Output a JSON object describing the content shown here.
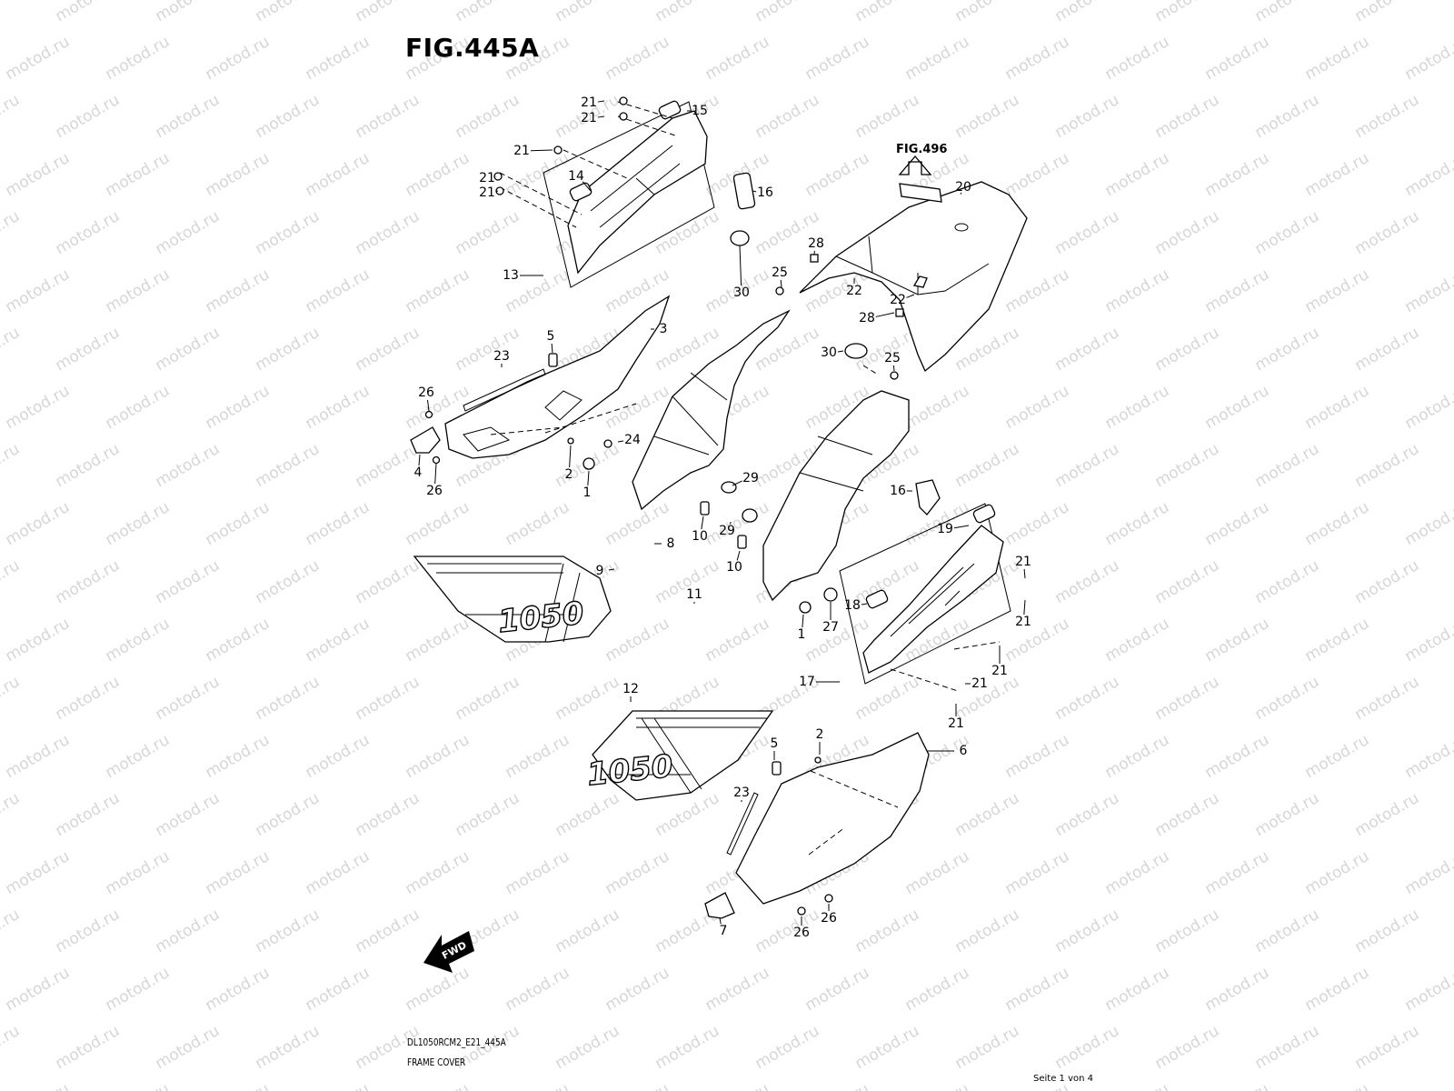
{
  "figure": {
    "title": "FIG.445A",
    "ref_figure": "FIG.496",
    "model_code": "DL1050RCM2_E21_445A",
    "section_name": "FRAME COVER",
    "page": "Seite 1 von 4",
    "watermark": "motod.ru",
    "decal_text": "1050",
    "fwd_label": "FWD"
  },
  "callouts": [
    {
      "label": "21"
    },
    {
      "label": "21"
    },
    {
      "label": "15"
    },
    {
      "label": "21"
    },
    {
      "label": "14"
    },
    {
      "label": "21"
    },
    {
      "label": "21"
    },
    {
      "label": "13"
    },
    {
      "label": "16"
    },
    {
      "label": "20"
    },
    {
      "label": "28"
    },
    {
      "label": "25"
    },
    {
      "label": "30"
    },
    {
      "label": "22"
    },
    {
      "label": "22"
    },
    {
      "label": "28"
    },
    {
      "label": "3"
    },
    {
      "label": "5"
    },
    {
      "label": "23"
    },
    {
      "label": "26"
    },
    {
      "label": "4"
    },
    {
      "label": "26"
    },
    {
      "label": "2"
    },
    {
      "label": "24"
    },
    {
      "label": "1"
    },
    {
      "label": "30"
    },
    {
      "label": "25"
    },
    {
      "label": "29"
    },
    {
      "label": "29"
    },
    {
      "label": "10"
    },
    {
      "label": "10"
    },
    {
      "label": "8"
    },
    {
      "label": "9"
    },
    {
      "label": "16"
    },
    {
      "label": "19"
    },
    {
      "label": "21"
    },
    {
      "label": "21"
    },
    {
      "label": "11"
    },
    {
      "label": "18"
    },
    {
      "label": "1"
    },
    {
      "label": "27"
    },
    {
      "label": "21"
    },
    {
      "label": "17"
    },
    {
      "label": "21"
    },
    {
      "label": "21"
    },
    {
      "label": "12"
    },
    {
      "label": "5"
    },
    {
      "label": "2"
    },
    {
      "label": "6"
    },
    {
      "label": "23"
    },
    {
      "label": "7"
    },
    {
      "label": "26"
    },
    {
      "label": "26"
    }
  ]
}
